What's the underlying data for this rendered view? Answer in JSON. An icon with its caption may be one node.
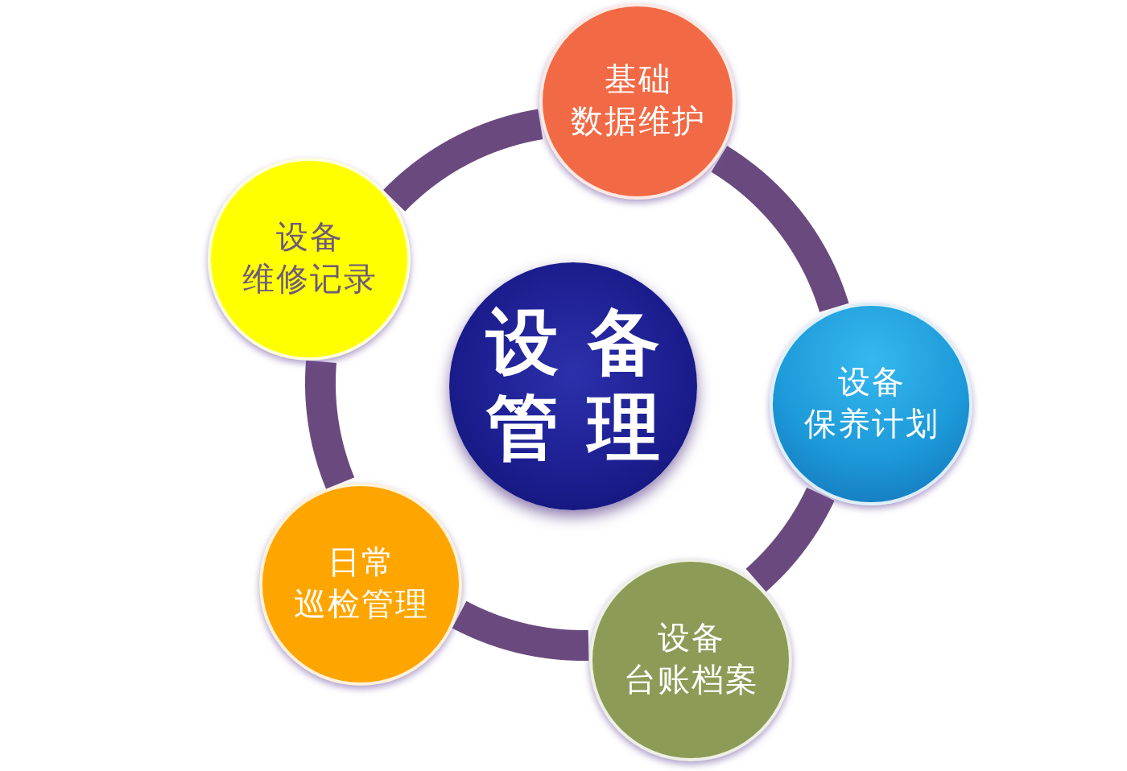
{
  "diagram": {
    "nodes": [
      {
        "text": [
          "设备管理"
        ]
      },
      {
        "text": [
          "基础数据维护"
        ]
      },
      {
        "text": [
          "设备保养计划"
        ]
      },
      {
        "text": [
          "设备台账档案"
        ]
      },
      {
        "text": [
          "日常巡检管理"
        ]
      },
      {
        "text": [
          "设备维修记录"
        ]
      }
    ],
    "edges": [
      {
        "from": 1,
        "to": 2,
        "arrow": "none"
      },
      {
        "from": 2,
        "to": 3,
        "arrow": "none"
      },
      {
        "from": 3,
        "to": 4,
        "arrow": "none"
      },
      {
        "from": 4,
        "to": 5,
        "arrow": "none"
      },
      {
        "from": 5,
        "to": 1,
        "arrow": "none"
      }
    ]
  }
}
